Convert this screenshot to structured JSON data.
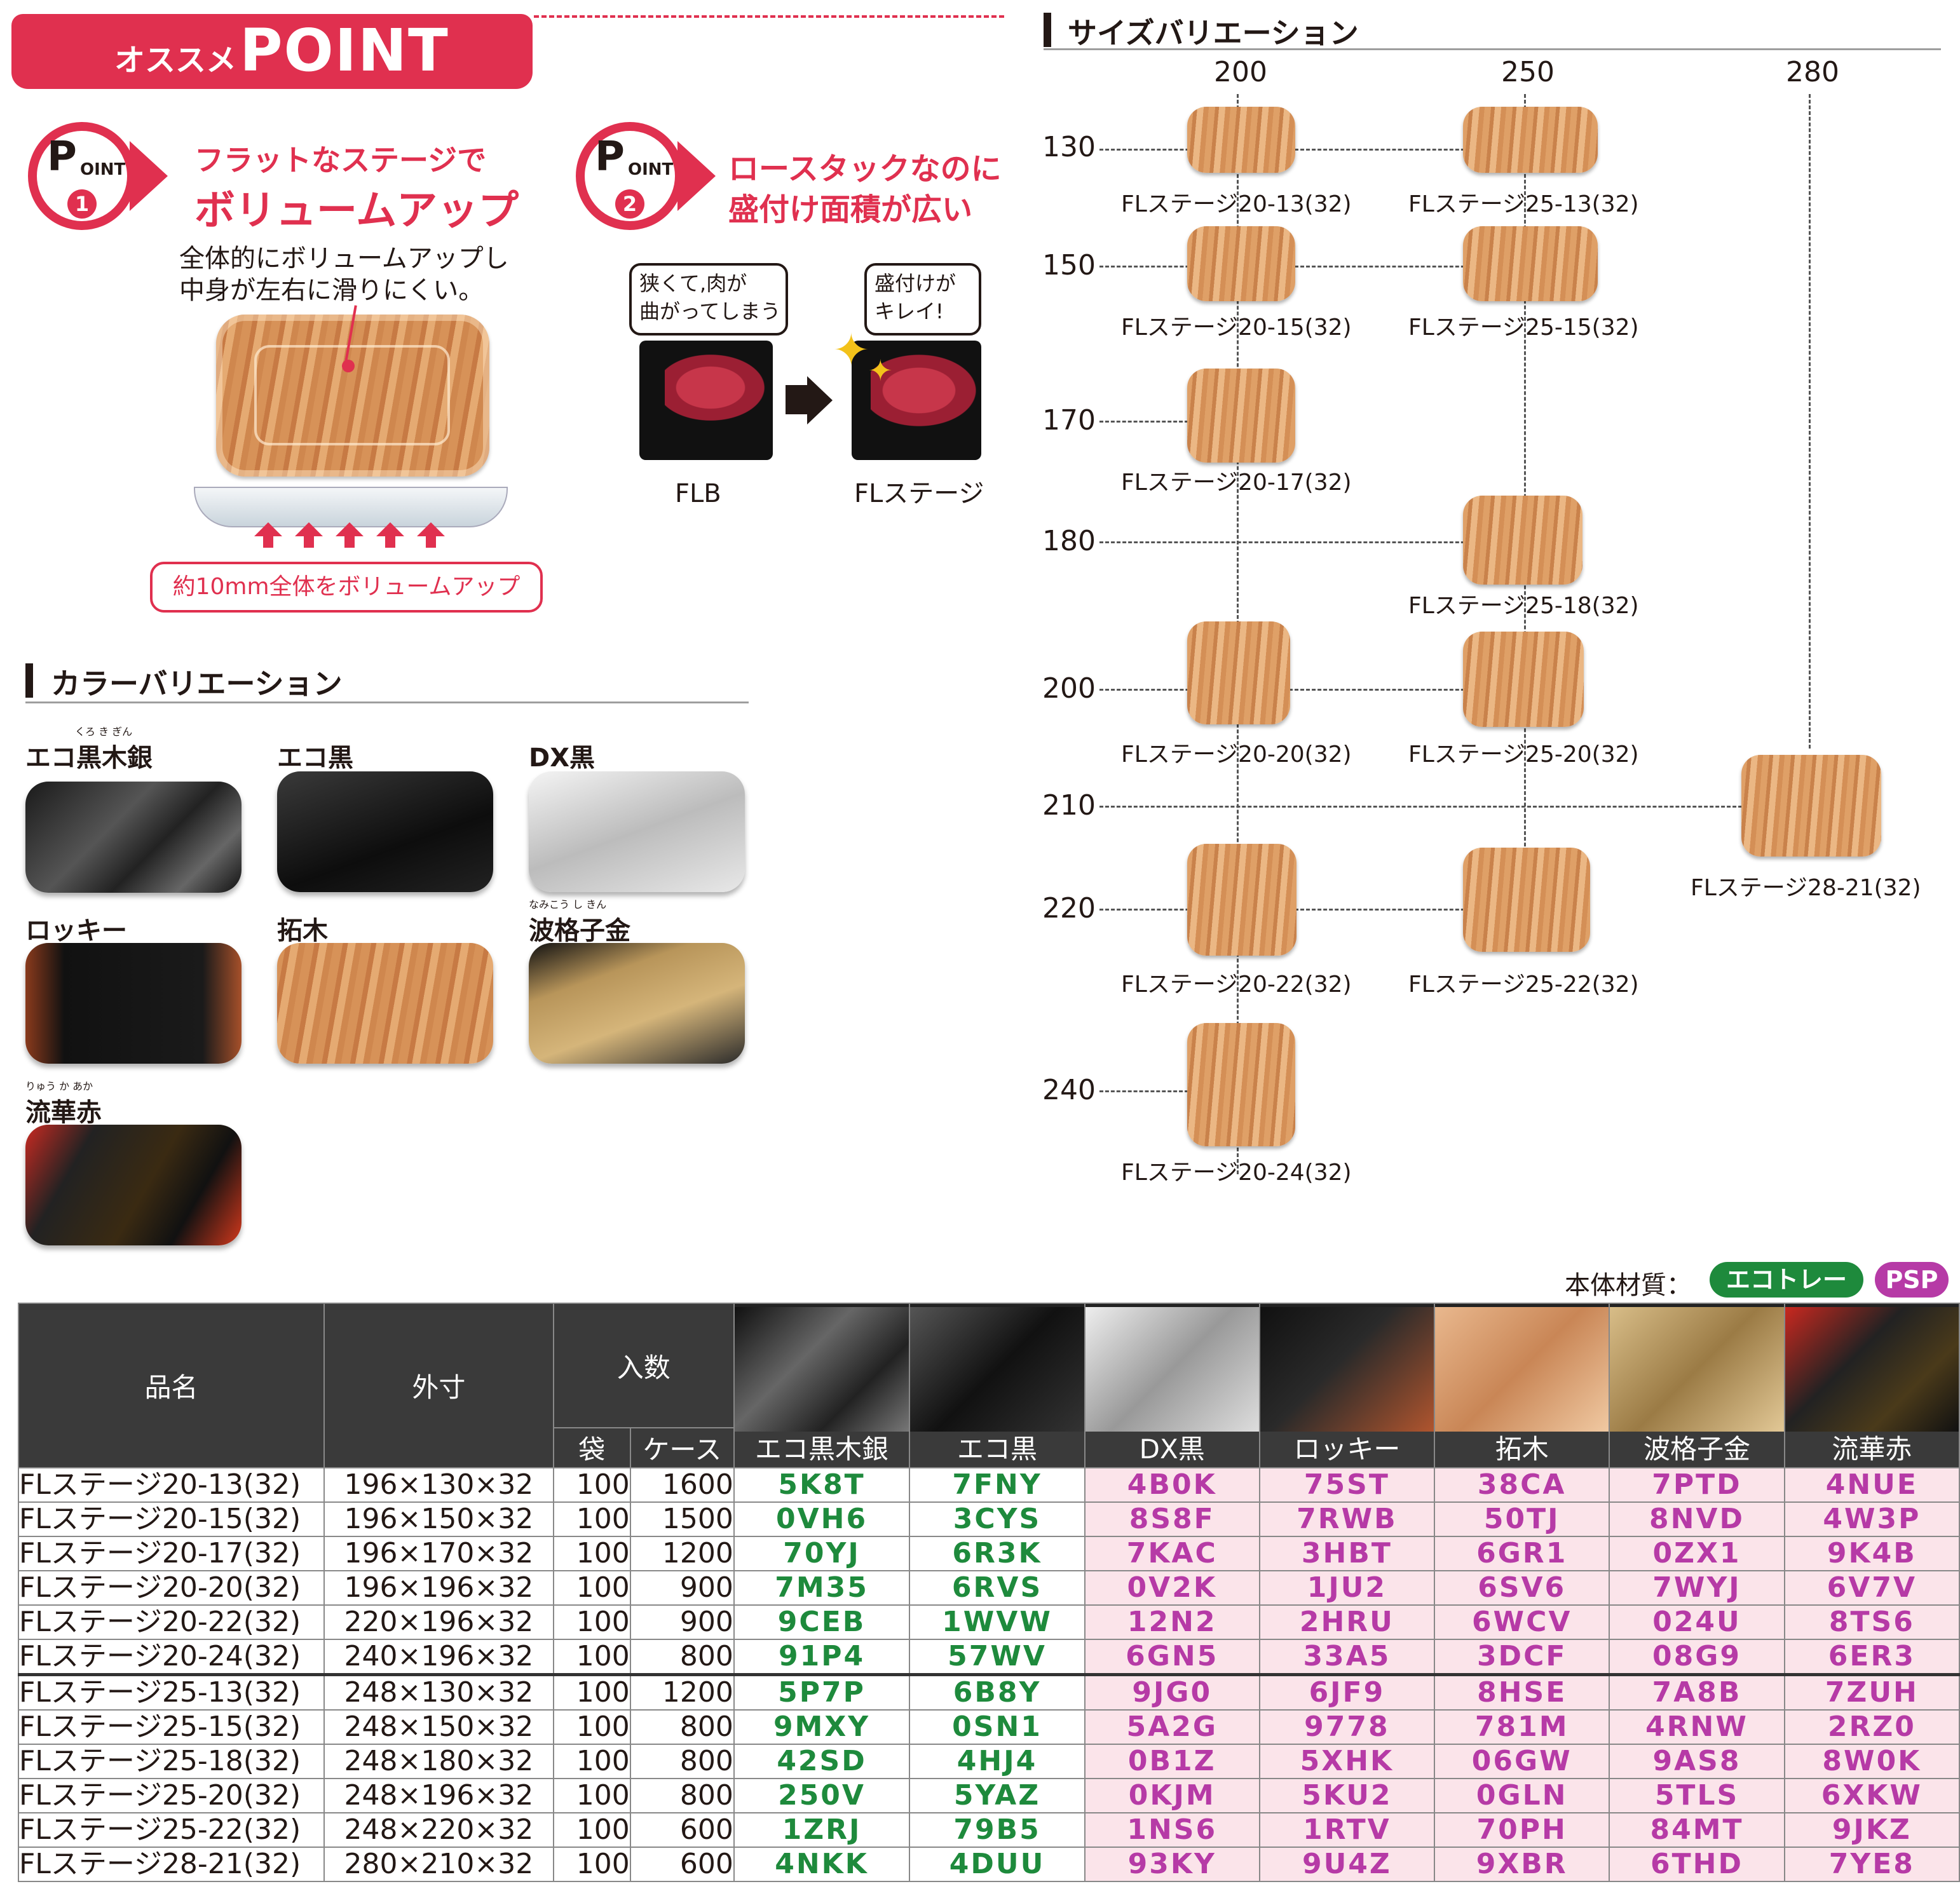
{
  "header": {
    "label_small": "オススメ",
    "label_big": "POINT"
  },
  "points": [
    {
      "badge_p": "P",
      "badge_oint": "OINT",
      "badge_num": "1",
      "title1": "フラットなステージで",
      "title2": "ボリュームアップ",
      "desc1": "全体的にボリュームアップし",
      "desc2": "中身が左右に滑りにくい。",
      "pill": "約10mm全体をボリュームアップ"
    },
    {
      "badge_p": "P",
      "badge_oint": "OINT",
      "badge_num": "2",
      "title1": "ロースタックなのに",
      "title2": "盛付け面積が広い",
      "bubble_left1": "狭くて,肉が",
      "bubble_left2": "曲がってしまう",
      "bubble_right1": "盛付けが",
      "bubble_right2": "キレイ!",
      "caption_left": "FLB",
      "caption_right": "FLステージ"
    }
  ],
  "color_section": {
    "title": "カラーバリエーション",
    "items": [
      {
        "label": "エコ黒木銀",
        "ruby": "くろ き ぎん"
      },
      {
        "label": "エコ黒",
        "ruby": ""
      },
      {
        "label": "DX黒",
        "ruby": ""
      },
      {
        "label": "ロッキー",
        "ruby": ""
      },
      {
        "label": "拓木",
        "ruby": ""
      },
      {
        "label": "波格子金",
        "ruby": "なみこう し きん"
      },
      {
        "label": "流華赤",
        "ruby": "りゅう か あか"
      }
    ]
  },
  "size_section": {
    "title": "サイズバリエーション",
    "x_axis": [
      "200",
      "250",
      "280"
    ],
    "y_axis": [
      "130",
      "150",
      "170",
      "180",
      "200",
      "210",
      "220",
      "240"
    ],
    "products": [
      "FLステージ20-13(32)",
      "FLステージ25-13(32)",
      "FLステージ20-15(32)",
      "FLステージ25-15(32)",
      "FLステージ20-17(32)",
      "FLステージ25-18(32)",
      "FLステージ20-20(32)",
      "FLステージ25-20(32)",
      "FLステージ28-21(32)",
      "FLステージ20-22(32)",
      "FLステージ25-22(32)",
      "FLステージ20-24(32)"
    ]
  },
  "material": {
    "label": "本体材質：",
    "eco": "エコトレー",
    "psp": "PSP"
  },
  "table": {
    "headers": {
      "name": "品名",
      "size": "外寸",
      "qty": "入数",
      "bag": "袋",
      "case": "ケース",
      "colors": [
        "エコ黒木銀",
        "エコ黒",
        "DX黒",
        "ロッキー",
        "拓木",
        "波格子金",
        "流華赤"
      ]
    },
    "rows": [
      {
        "name": "FLステージ20-13(32)",
        "size": "196×130×32",
        "bag": "100",
        "case": "1600",
        "codes": [
          "5K8T",
          "7FNY",
          "4B0K",
          "75ST",
          "38CA",
          "7PTD",
          "4NUE"
        ]
      },
      {
        "name": "FLステージ20-15(32)",
        "size": "196×150×32",
        "bag": "100",
        "case": "1500",
        "codes": [
          "0VH6",
          "3CYS",
          "8S8F",
          "7RWB",
          "50TJ",
          "8NVD",
          "4W3P"
        ]
      },
      {
        "name": "FLステージ20-17(32)",
        "size": "196×170×32",
        "bag": "100",
        "case": "1200",
        "codes": [
          "70YJ",
          "6R3K",
          "7KAC",
          "3HBT",
          "6GR1",
          "0ZX1",
          "9K4B"
        ]
      },
      {
        "name": "FLステージ20-20(32)",
        "size": "196×196×32",
        "bag": "100",
        "case": "900",
        "codes": [
          "7M35",
          "6RVS",
          "0V2K",
          "1JU2",
          "6SV6",
          "7WYJ",
          "6V7V"
        ]
      },
      {
        "name": "FLステージ20-22(32)",
        "size": "220×196×32",
        "bag": "100",
        "case": "900",
        "codes": [
          "9CEB",
          "1WVW",
          "12N2",
          "2HRU",
          "6WCV",
          "024U",
          "8TS6"
        ]
      },
      {
        "name": "FLステージ20-24(32)",
        "size": "240×196×32",
        "bag": "100",
        "case": "800",
        "codes": [
          "91P4",
          "57WV",
          "6GN5",
          "33A5",
          "3DCF",
          "08G9",
          "6ER3"
        ]
      },
      {
        "name": "FLステージ25-13(32)",
        "size": "248×130×32",
        "bag": "100",
        "case": "1200",
        "codes": [
          "5P7P",
          "6B8Y",
          "9JG0",
          "6JF9",
          "8HSE",
          "7A8B",
          "7ZUH"
        ]
      },
      {
        "name": "FLステージ25-15(32)",
        "size": "248×150×32",
        "bag": "100",
        "case": "800",
        "codes": [
          "9MXY",
          "0SN1",
          "5A2G",
          "9778",
          "781M",
          "4RNW",
          "2RZ0"
        ]
      },
      {
        "name": "FLステージ25-18(32)",
        "size": "248×180×32",
        "bag": "100",
        "case": "800",
        "codes": [
          "42SD",
          "4HJ4",
          "0B1Z",
          "5XHK",
          "06GW",
          "9AS8",
          "8W0K"
        ]
      },
      {
        "name": "FLステージ25-20(32)",
        "size": "248×196×32",
        "bag": "100",
        "case": "800",
        "codes": [
          "250V",
          "5YAZ",
          "0KJM",
          "5KU2",
          "0GLN",
          "5TLS",
          "6XKW"
        ]
      },
      {
        "name": "FLステージ25-22(32)",
        "size": "248×220×32",
        "bag": "100",
        "case": "600",
        "codes": [
          "1ZRJ",
          "79B5",
          "1NS6",
          "1RTV",
          "70PH",
          "84MT",
          "9JKZ"
        ]
      },
      {
        "name": "FLステージ28-21(32)",
        "size": "280×210×32",
        "bag": "100",
        "case": "600",
        "codes": [
          "4NKK",
          "4DUU",
          "93KY",
          "9U4Z",
          "9XBR",
          "6THD",
          "7YE8"
        ]
      }
    ]
  },
  "colors": {
    "accent_red": "#e0304f",
    "code_green": "#1e8a3c",
    "code_purple": "#b63aa6"
  }
}
